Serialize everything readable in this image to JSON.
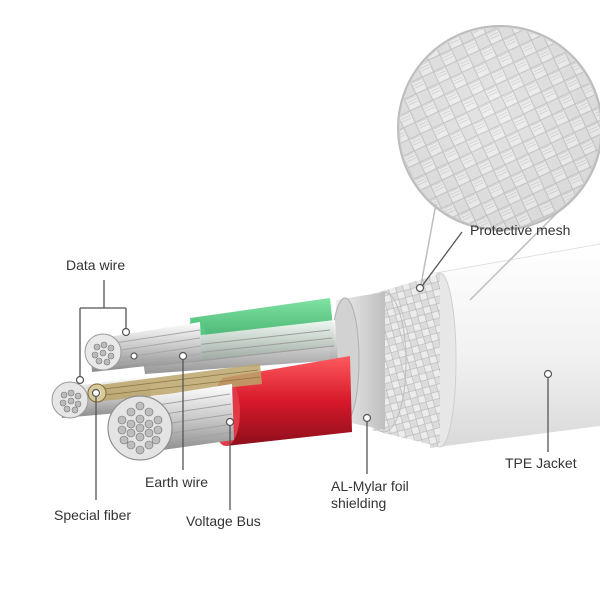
{
  "labels": {
    "data_wire": "Data wire",
    "protective_mesh": "Protective mesh",
    "earth_wire": "Earth wire",
    "tpe_jacket": "TPE Jacket",
    "special_fiber": "Special fiber",
    "voltage_bus": "Voltage Bus",
    "al_mylar_line1": "AL-Mylar foil",
    "al_mylar_line2": "shielding"
  },
  "colors": {
    "jacket": "#f4f4f4",
    "mesh": "#e6e6e6",
    "foil": "#d8d8d8",
    "green_insulation": "#3dbb6e",
    "red_insulation": "#d7192b",
    "copper_strand": "#c9c9c9",
    "fiber": "#bba46a",
    "leader_line": "#555555"
  }
}
